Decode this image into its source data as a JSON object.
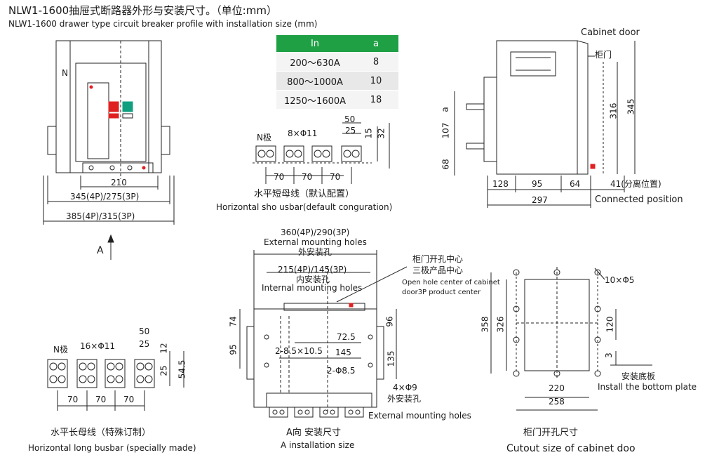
{
  "title": {
    "cn": "NLW1-1600抽屉式断路器外形与安装尺寸。（单位:mm）",
    "en": "NLW1-1600 drawer type circuit breaker profile with installation size (mm)"
  },
  "spec_table": {
    "headers": [
      "In",
      "a"
    ],
    "rows": [
      [
        "200～630A",
        "8"
      ],
      [
        "800～1000A",
        "10"
      ],
      [
        "1250～1600A",
        "18"
      ]
    ]
  },
  "front_view": {
    "n_label": "N",
    "dim_210": "210",
    "dim_345": "345(4P)/275(3P)",
    "dim_385": "385(4P)/315(3P)",
    "arrow_label": "A"
  },
  "side_view": {
    "cabinet_door": "Cabinet door",
    "cabinet_door_cn": "柜门",
    "dim_a": "a",
    "dim_107": "107",
    "dim_68": "68",
    "dim_316": "316",
    "dim_345": "345",
    "dim_128": "128",
    "dim_95": "95",
    "dim_64": "64",
    "dim_41": "41(分离位置)",
    "dim_297": "297",
    "connected": "Connected position"
  },
  "short_busbar": {
    "n_pole": "N极",
    "holes": "8×Φ11",
    "dim_50": "50",
    "dim_25": "25",
    "dim_15": "15",
    "dim_32": "32",
    "spacing": [
      "70",
      "70",
      "70"
    ],
    "caption_cn": "水平短母线（默认配置）",
    "caption_en": "Horizontal sho usbar(default conguration)"
  },
  "long_busbar": {
    "n_pole": "N极",
    "holes": "16×Φ11",
    "dim_50": "50",
    "dim_25": "25",
    "dim_12": "12",
    "dim_25b": "25",
    "dim_545": "54.5",
    "spacing": [
      "70",
      "70",
      "70"
    ],
    "caption_cn": "水平长母线（特殊订制）",
    "caption_en": "Horizontal long busbar (specially made)"
  },
  "a_view": {
    "dim_360": "360(4P)/290(3P)",
    "ext_en": "External mounting holes",
    "ext_cn": "外安装孔",
    "dim_215": "215(4P)/145(3P)",
    "int_cn": "内安装孔",
    "int_en": "Internal mounting holes",
    "center_cn1": "柜门开孔中心",
    "center_cn2": "三极产品中心",
    "center_en1": "Open hole center of cabinet",
    "center_en2": "door3P product center",
    "dim_74": "74",
    "dim_95": "95",
    "dim_725": "72.5",
    "dim_96": "96",
    "slots": "2-8.5×10.5",
    "dim_145": "145",
    "dim_135": "135",
    "holes_85": "2-Φ8.5",
    "holes_9": "4×Φ9",
    "ext_cn2": "外安装孔",
    "ext_en2": "External mounting holes",
    "caption_cn": "A向 安装尺寸",
    "caption_en": "A installation size"
  },
  "cutout": {
    "holes": "10×Φ5",
    "dim_358": "358",
    "dim_326": "326",
    "dim_120": "120",
    "dim_3": "3",
    "base_cn": "安装底板",
    "base_en": "Install the bottom plate",
    "dim_220": "220",
    "dim_258": "258",
    "caption_cn": "柜门开孔尺寸",
    "caption_en": "Cutout size of cabinet doo"
  },
  "colors": {
    "header_green": "#1fa045",
    "red": "#e02020",
    "green": "#10a080"
  }
}
